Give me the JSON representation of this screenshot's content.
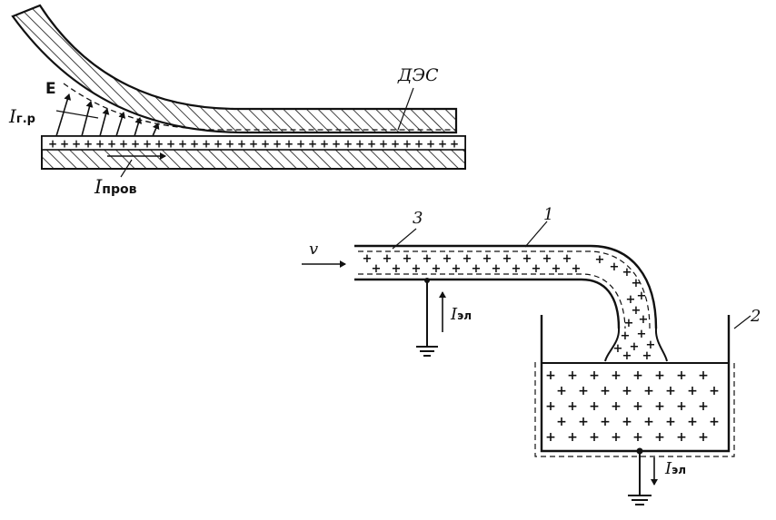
{
  "figure_top": {
    "label_field": "E",
    "label_discharge_current": {
      "main": "I",
      "sub": "г.р"
    },
    "label_double_layer": "ДЭС",
    "label_conductor_current": {
      "main": "I",
      "sub": "пров"
    }
  },
  "figure_bottom": {
    "label_velocity": "v",
    "label_pipe_number": "3",
    "label_pipe_callout": "1",
    "label_tank_number": "2",
    "label_pipe_ground_current": {
      "main": "I",
      "sub": "эл"
    },
    "label_tank_ground_current": {
      "main": "I",
      "sub": "эл"
    },
    "charge_symbol": "+"
  }
}
